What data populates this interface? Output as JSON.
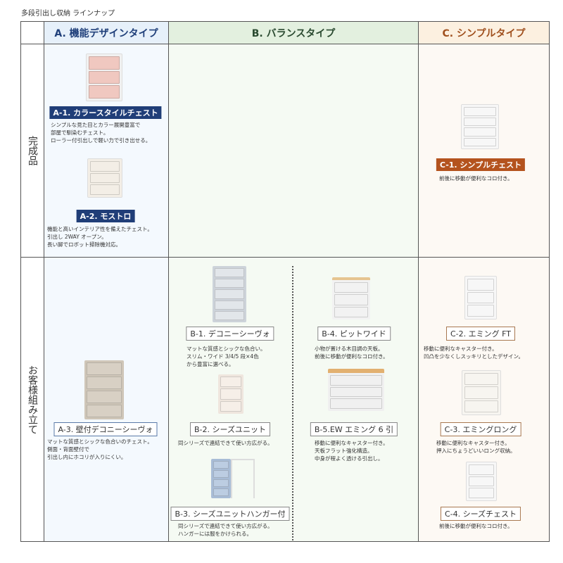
{
  "page_title": "多段引出し収納 ラインナップ",
  "columns": {
    "a": "A. 機能デザインタイプ",
    "b": "B. バランスタイプ",
    "c": "C. シンプルタイプ"
  },
  "column_colors": {
    "a": "#e6f0fa",
    "b": "#e3f0df",
    "c": "#fcf0e0"
  },
  "rows": {
    "r1": "完成品",
    "r2": "お客様組み立て"
  },
  "products": [
    {
      "label": "A-1. カラースタイルチェスト",
      "desc": [
        "シンプルな見た目とカラー展開豊富で",
        "部屋で馴染むチェスト。",
        "ローラー付引出しで軽い力で引き出せる。"
      ]
    },
    {
      "label": "A-2. モストロ",
      "desc": [
        "機能と高いインテリア性を備えたチェスト。",
        "引出し 2WAY オープン。",
        "長い脚でロボット掃除機対応。"
      ]
    },
    {
      "label": "A-3. 壁付デコニーシーヴォ",
      "desc": [
        "マットな質感とシックな色合いのチェスト。",
        "側面・背面壁付で",
        "引出し内にホコリが入りにくい。"
      ]
    },
    {
      "label": "B-1. デコニーシーヴォ",
      "desc": [
        "マットな質感とシックな色合い。",
        "スリム・ワイド 3/4/5 段×4色",
        "から豊富に選べる。"
      ]
    },
    {
      "label": "B-2. シーズユニット",
      "desc": [
        "同シリーズで連結できて使い方広がる。"
      ]
    },
    {
      "label": "B-3. シーズユニットハンガー付",
      "desc": [
        "同シリーズで連結できて使い方広がる。",
        "ハンガーには服をかけられる。"
      ]
    },
    {
      "label": "B-4. ピットワイド",
      "desc": [
        "小物が置ける木目調の天板。",
        "前後に移動が便利なコロ付き。"
      ]
    },
    {
      "label": "B-5.EW エミング 6 引",
      "desc": [
        "移動に便利なキャスター付き。",
        "天板フラット強化構造。",
        "中身が程よく透ける引出し。"
      ]
    },
    {
      "label": "C-1. シンプルチェスト",
      "desc": [
        "前後に移動が便利なコロ付き。"
      ]
    },
    {
      "label": "C-2. エミング FT",
      "desc": [
        "移動に便利なキャスター付き。",
        "凹凸を少なくしスッキリとしたデザイン。"
      ]
    },
    {
      "label": "C-3. エミングロング",
      "desc": [
        "移動に便利なキャスター付き。",
        "押入にちょうどいいロング収納。"
      ]
    },
    {
      "label": "C-4. シーズチェスト",
      "desc": [
        "前後に移動が便利なコロ付き。"
      ]
    }
  ]
}
